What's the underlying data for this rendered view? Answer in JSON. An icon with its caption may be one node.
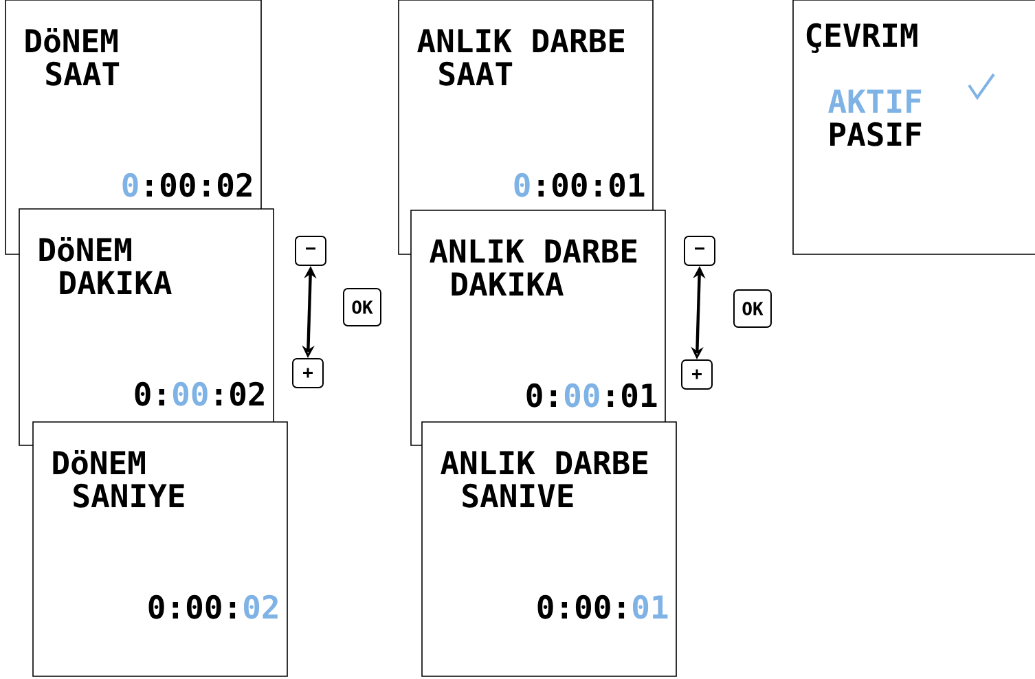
{
  "diagram": {
    "nodes": [
      {
        "text": [
          "DöNEM",
          "SAAT",
          "0",
          ":00:02"
        ]
      },
      {
        "text": [
          "DöNEM",
          "DAKIKA",
          "0:",
          "00",
          ":02"
        ]
      },
      {
        "text": [
          "DöNEM",
          "SANIYE",
          "0:00:",
          "02"
        ]
      },
      {
        "text": [
          "−"
        ]
      },
      {
        "text": [
          "+"
        ]
      },
      {
        "text": [
          "OK"
        ]
      },
      {
        "text": [
          "ANLIK DARBE",
          "SAAT",
          "0",
          ":00:01"
        ]
      },
      {
        "text": [
          "ANLIK DARBE",
          "DAKIKA",
          "0:",
          "00",
          ":01"
        ]
      },
      {
        "text": [
          "ANLIK DARBE",
          "SANIVE",
          "0:00:",
          "01"
        ]
      },
      {
        "text": [
          "−"
        ]
      },
      {
        "text": [
          "+"
        ]
      },
      {
        "text": [
          "OK"
        ]
      },
      {
        "text": [
          "ÇEVRIM",
          "AKTIF",
          "PASIF"
        ]
      }
    ],
    "edges": [
      {
        "from": 3,
        "to": 4,
        "arrow": "both"
      },
      {
        "from": 9,
        "to": 10,
        "arrow": "both"
      }
    ]
  }
}
